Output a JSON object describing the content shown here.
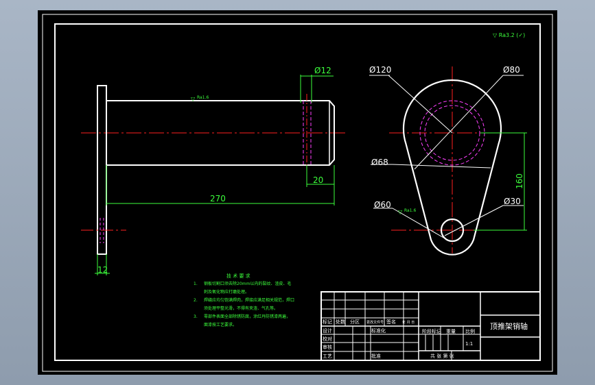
{
  "drawing": {
    "title": "顶推架销轴",
    "roughness_default": "▽ Ra3.2 (✓)",
    "roughness_shaft": "Ra1.6",
    "roughness_lever": "Ra1.6"
  },
  "dimensions": {
    "shaft_pin_dia": "Ø12",
    "shaft_end_len": "20",
    "shaft_length": "270",
    "flange_thickness": "12",
    "lever_outer_big": "Ø120",
    "lever_hole_big": "Ø80",
    "lever_bore_inner": "Ø68",
    "lever_outer_small": "Ø60",
    "lever_hole_small": "Ø30",
    "lever_center_dist": "160"
  },
  "tech_requirements": {
    "title": "技 术 要 求",
    "items": [
      {
        "num": "1.",
        "text": "钢板切割口须去除20mm以内的裂纹、渣皮、毛"
      },
      {
        "num": "",
        "text": "刺及氧化物应打磨处理。"
      },
      {
        "num": "2.",
        "text": "焊缝应均匀饱满焊肉，焊接应满足相关规范，焊口"
      },
      {
        "num": "",
        "text": "须处理平整光滑，不得有夹渣、气孔等。"
      },
      {
        "num": "3.",
        "text": "零部件表面全部除锈防腐，涂红丹防锈漆两遍，"
      },
      {
        "num": "",
        "text": "面漆按工艺要求。"
      }
    ]
  },
  "title_block": {
    "row_marks": [
      "标记",
      "处数",
      "分区",
      "更改文件号",
      "签名",
      "年 月 日"
    ],
    "left_labels": [
      "设计",
      "审核",
      "工艺"
    ],
    "left_labels2": [
      "校对",
      "",
      "批准"
    ],
    "standardized": "标准化",
    "stage_mark": "阶段标记",
    "weight": "重量",
    "scale": "比例",
    "scale_value": "1:1",
    "sheets": "共  张  第  张"
  },
  "colors": {
    "outline": "#ffffff",
    "center": "#ff2020",
    "dimension": "#3cff3c",
    "hidden": "#ff40ff",
    "paper": "#000000"
  }
}
